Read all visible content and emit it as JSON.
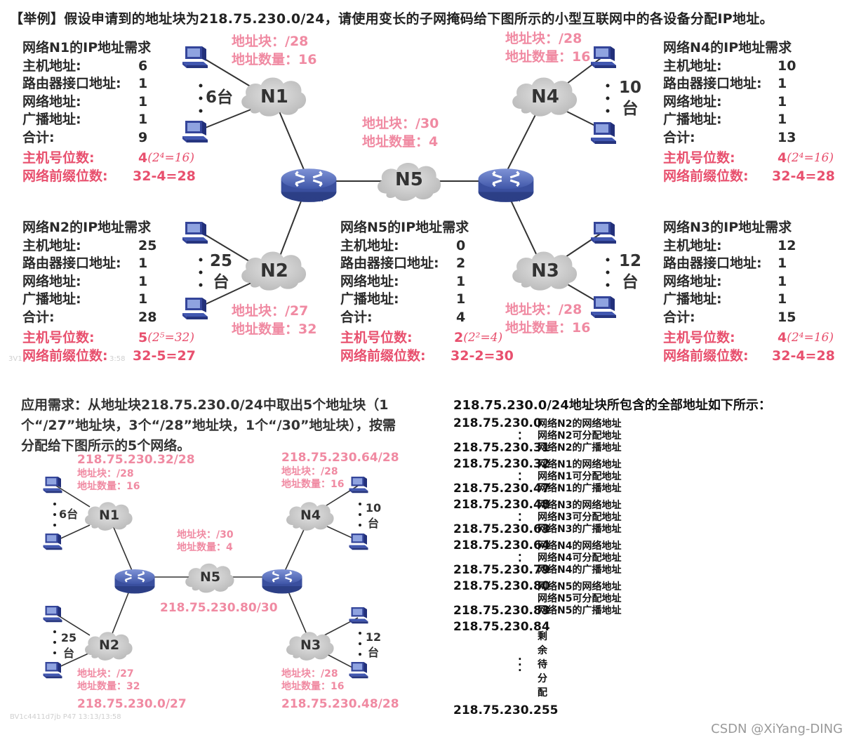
{
  "title": "【举例】假设申请到的地址块为218.75.230.0/24，请使用变长的子网掩码给下图所示的小型互联网中的各设备分配IP地址。",
  "networks": {
    "N1": {
      "heading": "网络N1的IP地址需求",
      "rows": [
        [
          "主机地址:",
          "6"
        ],
        [
          "路由器接口地址:",
          "1"
        ],
        [
          "网络地址:",
          "1"
        ],
        [
          "广播地址:",
          "1"
        ],
        [
          "合计:",
          "9"
        ]
      ],
      "hostbits_label": "主机号位数:",
      "hostbits_val": "4",
      "hostbits_note": "(2⁴=16)",
      "prefix_label": "网络前缀位数:",
      "prefix_val": "32-4=28",
      "block": "地址块：/28",
      "count": "地址数量：16",
      "hosts": "6台"
    },
    "N2": {
      "heading": "网络N2的IP地址需求",
      "rows": [
        [
          "主机地址:",
          "25"
        ],
        [
          "路由器接口地址:",
          "1"
        ],
        [
          "网络地址:",
          "1"
        ],
        [
          "广播地址:",
          "1"
        ],
        [
          "合计:",
          "28"
        ]
      ],
      "hostbits_label": "主机号位数:",
      "hostbits_val": "5",
      "hostbits_note": "(2⁵=32)",
      "prefix_label": "网络前缀位数:",
      "prefix_val": "32-5=27",
      "block": "地址块：/27",
      "count": "地址数量：32",
      "hosts_num": "25",
      "hosts_unit": "台"
    },
    "N3": {
      "heading": "网络N3的IP地址需求",
      "rows": [
        [
          "主机地址:",
          "12"
        ],
        [
          "路由器接口地址:",
          "1"
        ],
        [
          "网络地址:",
          "1"
        ],
        [
          "广播地址:",
          "1"
        ],
        [
          "合计:",
          "15"
        ]
      ],
      "hostbits_label": "主机号位数:",
      "hostbits_val": "4",
      "hostbits_note": "(2⁴=16)",
      "prefix_label": "网络前缀位数:",
      "prefix_val": "32-4=28",
      "block": "地址块：/28",
      "count": "地址数量：16",
      "hosts_num": "12",
      "hosts_unit": "台"
    },
    "N4": {
      "heading": "网络N4的IP地址需求",
      "rows": [
        [
          "主机地址:",
          "10"
        ],
        [
          "路由器接口地址:",
          "1"
        ],
        [
          "网络地址:",
          "1"
        ],
        [
          "广播地址:",
          "1"
        ],
        [
          "合计:",
          "13"
        ]
      ],
      "hostbits_label": "主机号位数:",
      "hostbits_val": "4",
      "hostbits_note": "(2⁴=16)",
      "prefix_label": "网络前缀位数:",
      "prefix_val": "32-4=28",
      "block": "地址块：/28",
      "count": "地址数量：16",
      "hosts_num": "10",
      "hosts_unit": "台"
    },
    "N5": {
      "heading": "网络N5的IP地址需求",
      "rows": [
        [
          "主机地址:",
          "0"
        ],
        [
          "路由器接口地址:",
          "2"
        ],
        [
          "网络地址:",
          "1"
        ],
        [
          "广播地址:",
          "1"
        ],
        [
          "合计:",
          "4"
        ]
      ],
      "hostbits_label": "主机号位数:",
      "hostbits_val": "2",
      "hostbits_note": "(2²=4)",
      "prefix_label": "网络前缀位数:",
      "prefix_val": "32-2=30",
      "block": "地址块：/30",
      "count": "地址数量：4"
    }
  },
  "router_label": "ROUTER",
  "application": "应用需求：从地址块218.75.230.0/24中取出5个地址块（1个“/27”地址块，3个“/28”地址块，1个“/30”地址块），按需分配给下图所示的5个网络。",
  "small": {
    "N1_addr": "218.75.230.32/28",
    "N2_addr": "218.75.230.0/27",
    "N3_addr": "218.75.230.48/28",
    "N4_addr": "218.75.230.64/28",
    "N5_addr": "218.75.230.80/30"
  },
  "address_list": {
    "title": "218.75.230.0/24地址块所包含的全部地址如下所示：",
    "rows": [
      [
        "218.75.230.0",
        "网络N2的网络地址"
      ],
      [
        "",
        "网络N2可分配地址"
      ],
      [
        "218.75.230.31",
        "网络N2的广播地址"
      ],
      [
        "218.75.230.32",
        "网络N1的网络地址"
      ],
      [
        "",
        "网络N1可分配地址"
      ],
      [
        "218.75.230.47",
        "网络N1的广播地址"
      ],
      [
        "218.75.230.48",
        "网络N3的网络地址"
      ],
      [
        "",
        "网络N3可分配地址"
      ],
      [
        "218.75.230.63",
        "网络N3的广播地址"
      ],
      [
        "218.75.230.64",
        "网络N4的网络地址"
      ],
      [
        "",
        "网络N4可分配地址"
      ],
      [
        "218.75.230.79",
        "网络N4的广播地址"
      ],
      [
        "218.75.230.80",
        "网络N5的网络地址"
      ],
      [
        "",
        "网络N5可分配地址"
      ],
      [
        "218.75.230.83",
        "网络N5的广播地址"
      ]
    ],
    "after": "218.75.230.84",
    "remaining": "剩余待分配",
    "last": "218.75.230.255"
  },
  "watermark_top": "3V1",
  "watermark_top_time": "3:58",
  "watermark_bottom": "BV1c4411d7jb P47 13:13/13:58",
  "credit": "CSDN @XiYang-DING",
  "colors": {
    "pink": "#f08aa2",
    "pink_dark": "#e8506e",
    "router": "#4a63b8",
    "cloud": "#c9c9c9"
  }
}
